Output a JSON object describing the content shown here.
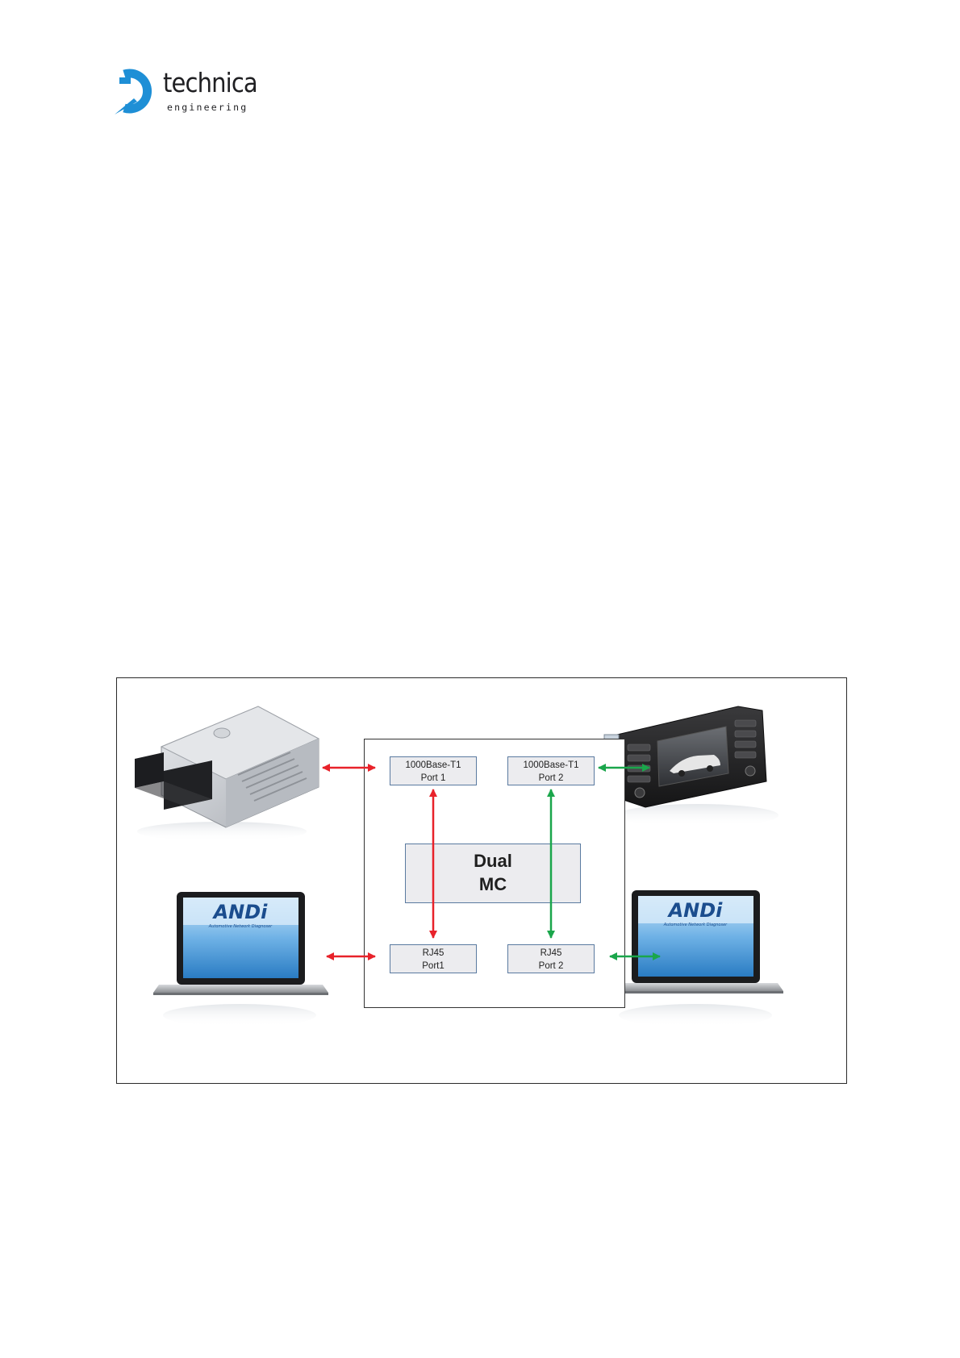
{
  "logo": {
    "word": "technica",
    "sub": "engineering",
    "accent_color": "#1e8fd6"
  },
  "diagram": {
    "ports": {
      "t1_port1": {
        "line1": "1000Base-T1",
        "line2": "Port 1"
      },
      "t1_port2": {
        "line1": "1000Base-T1",
        "line2": "Port 2"
      },
      "rj45_port1": {
        "line1": "RJ45",
        "line2": "Port1"
      },
      "rj45_port2": {
        "line1": "RJ45",
        "line2": "Port 2"
      }
    },
    "center": {
      "line1": "Dual",
      "line2": "MC"
    },
    "devices": {
      "ecu": {
        "icon": "ecu-icon"
      },
      "head_unit": {
        "icon": "head-unit-icon"
      },
      "laptop_left": {
        "icon": "laptop-icon",
        "screen_brand": "ANDi",
        "screen_tagline": "Automotive Network Diagnoser"
      },
      "laptop_right": {
        "icon": "laptop-icon",
        "screen_brand": "ANDi",
        "screen_tagline": "Automotive Network Diagnoser"
      }
    },
    "colors": {
      "red_link": "#e8222a",
      "green_link": "#1aa64b",
      "box_fill": "#ececef",
      "box_border": "#5a7aa0"
    }
  }
}
